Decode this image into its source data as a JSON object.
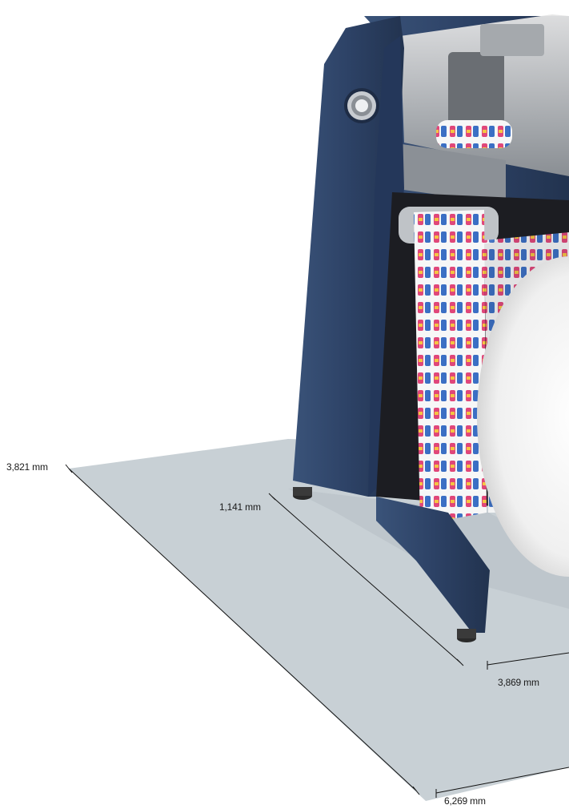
{
  "dimensions": {
    "outer_depth": "3,821 mm",
    "footprint_depth": "1,141 mm",
    "footprint_width": "3,869 mm",
    "outer_width": "6,269 mm"
  },
  "colors": {
    "floor": "#c8d0d5",
    "machine_body": "#2f4468",
    "label_pink": "#e0477a",
    "label_blue": "#3b6fc4",
    "roll_white": "#f2f2f2"
  }
}
